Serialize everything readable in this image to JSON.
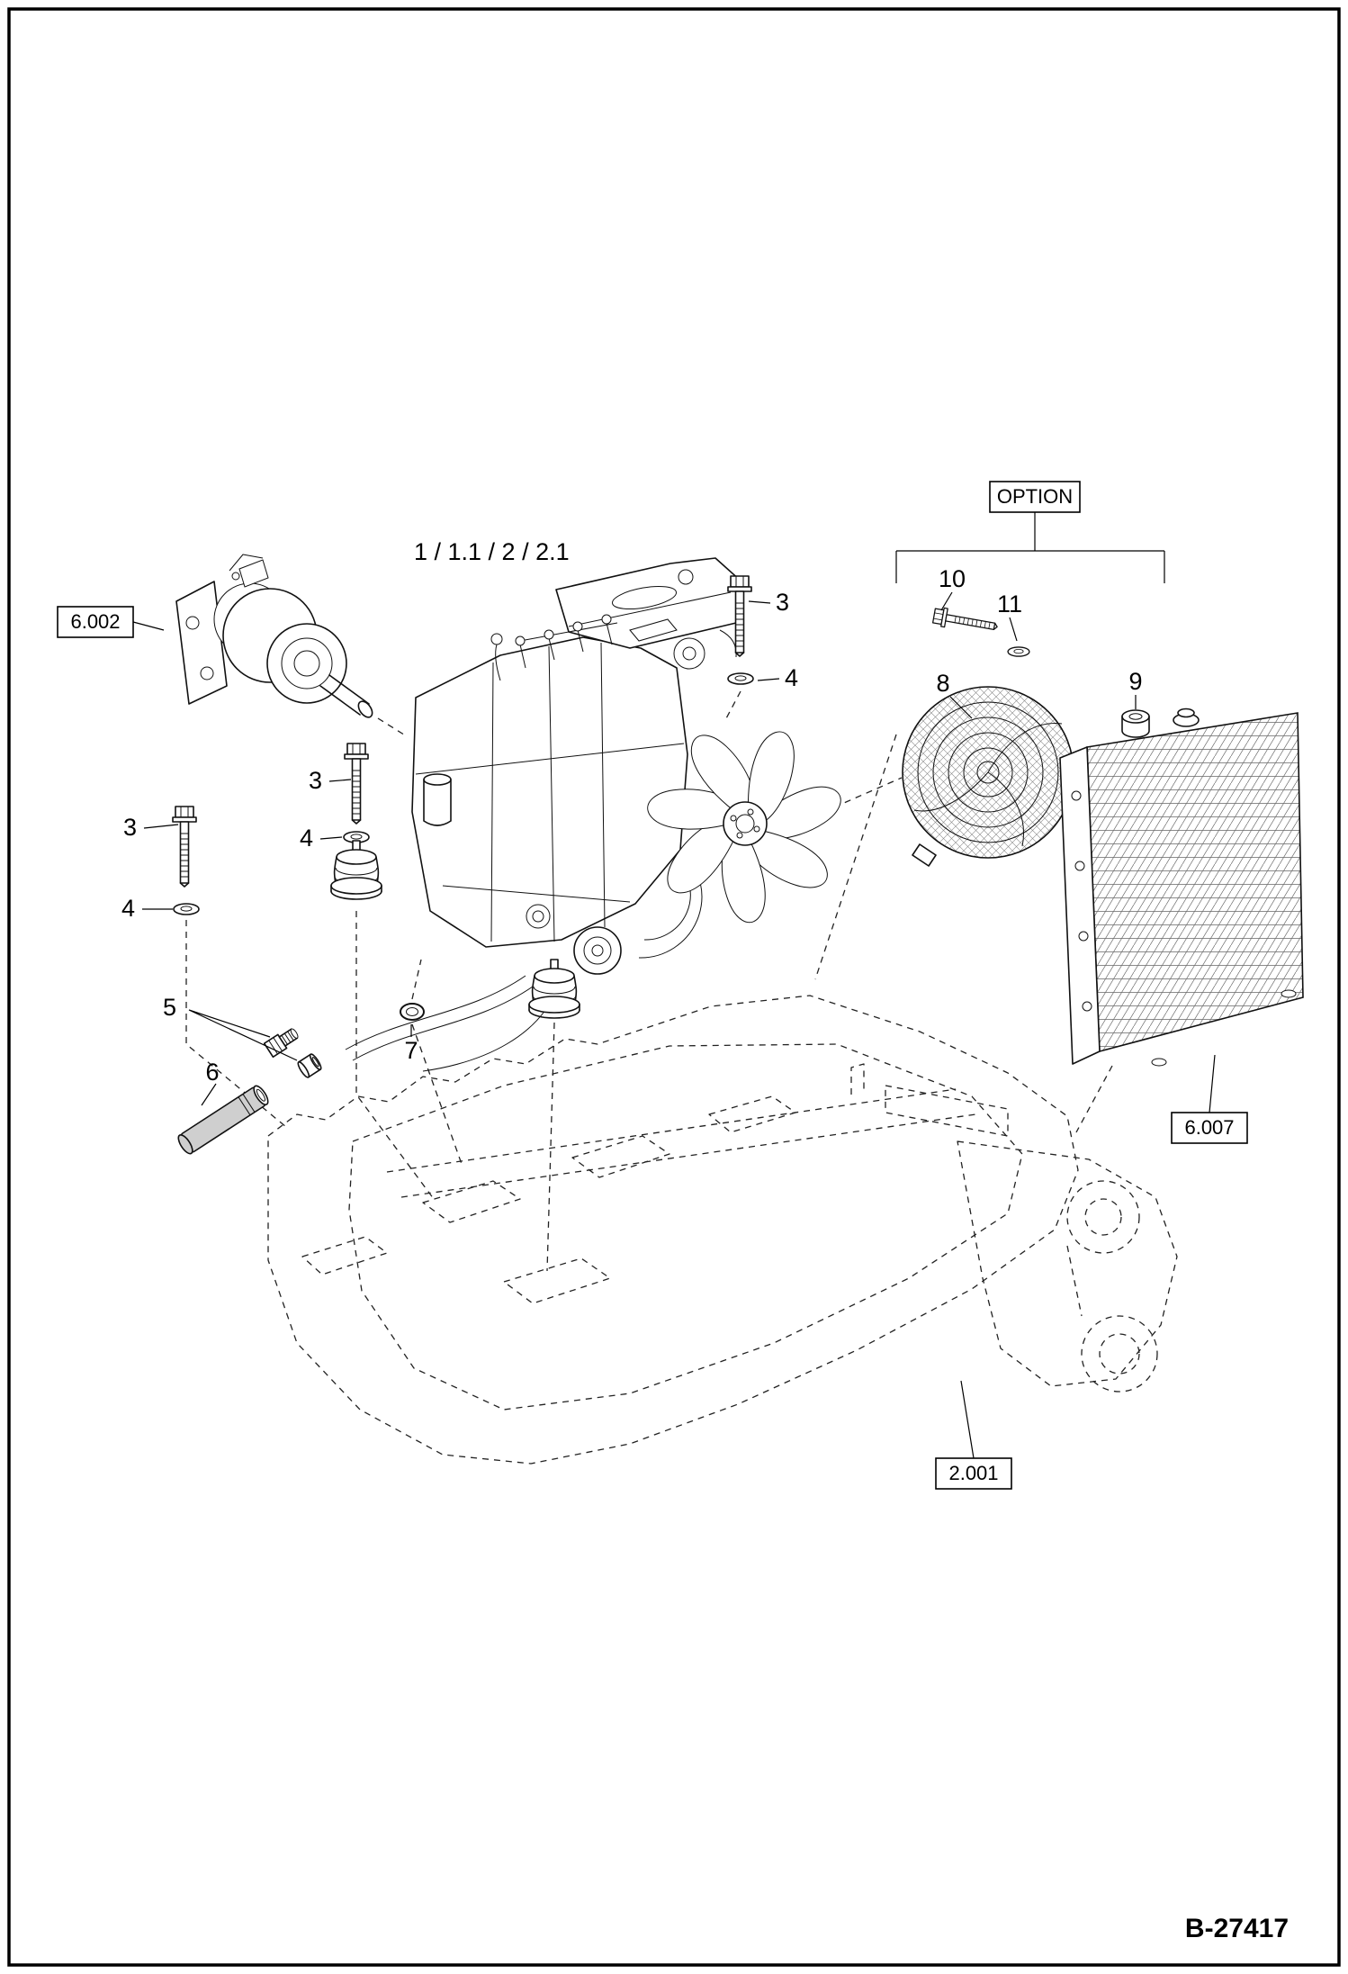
{
  "page": {
    "drawing_number": "B-27417",
    "background": "#ffffff",
    "line_color": "#111111"
  },
  "labels": {
    "assembly": "1 / 1.1 / 2 / 2.1",
    "option": "OPTION"
  },
  "ref_boxes": {
    "pump": "6.002",
    "radiator": "6.007",
    "frame": "2.001"
  },
  "callouts": {
    "bolt_right": "3",
    "washer_right": "4",
    "bolt_mid": "3",
    "washer_mid": "4",
    "bolt_left": "3",
    "washer_left": "4",
    "fittings": "5",
    "hose": "6",
    "seal_ring": "7",
    "fan_guard": "8",
    "spacer": "9",
    "option_bolt": "10",
    "option_washer": "11"
  }
}
